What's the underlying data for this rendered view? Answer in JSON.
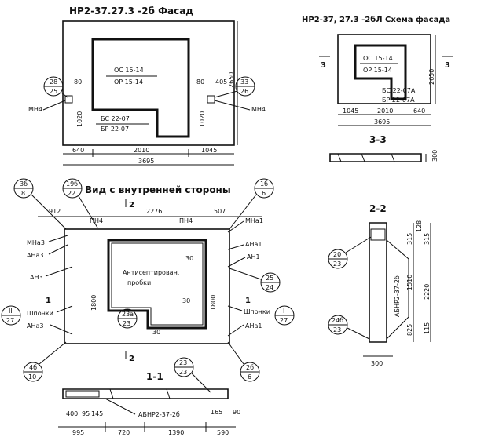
{
  "facade": {
    "title": "НР2-37.27.3 -2б  Фасад",
    "window_top": "ОС 15-14",
    "window_bottom": "ОР 15-14",
    "door_top": "БС 22-07",
    "door_bottom": "БР 22-07",
    "left_callout": {
      "top": "28",
      "bottom": "25"
    },
    "right_callout": {
      "top": "33",
      "bottom": "26"
    },
    "left_mark": "МН4",
    "right_mark": "МН4",
    "dims": {
      "d80a": "80",
      "d80b": "80",
      "d405": "405",
      "d2650": "2650",
      "d1020a": "1020",
      "d1020b": "1020",
      "d640": "640",
      "d2010": "2010",
      "d1045": "1045",
      "d3695": "3695"
    }
  },
  "scheme": {
    "title": "НР2-37, 27.3 -2бЛ Схема фасада",
    "window_top": "ОС 15-14",
    "window_bottom": "ОР 15-14",
    "door_top": "БС 22-07А",
    "door_bottom": "БР 22-07А",
    "sec_left": "3",
    "sec_right": "3",
    "dims": {
      "d2650": "2650",
      "d1045": "1045",
      "d2010": "2010",
      "d640": "640",
      "d3695": "3695"
    }
  },
  "section33": {
    "title": "3-3",
    "dim": "300"
  },
  "inside": {
    "title": "Вид с внутренней стороны",
    "callouts": {
      "c1": {
        "top": "3б",
        "bottom": "8"
      },
      "c2": {
        "top": "19б",
        "bottom": "22"
      },
      "c3": {
        "top": "1б",
        "bottom": "6"
      },
      "c4": {
        "top": "25",
        "bottom": "24"
      },
      "c5": {
        "top": "II",
        "bottom": "27"
      },
      "c6": {
        "top": "I",
        "bottom": "27"
      },
      "c7": {
        "top": "23а",
        "bottom": "23"
      },
      "c8": {
        "top": "4б",
        "bottom": "10"
      },
      "c9": {
        "top": "2б",
        "bottom": "6"
      }
    },
    "labels": {
      "mna3": "МНа3",
      "ana3a": "АНа3",
      "an3": "АН3",
      "shponki_l": "Шпонки",
      "ana3b": "АНа3",
      "mna1": "МНа1",
      "ana1a": "АНа1",
      "an1": "АН1",
      "shponki_r": "Шпонки",
      "ana1b": "АНа1",
      "pn4a": "ПН4",
      "pn4b": "ПН4",
      "antiseptic1": "Антисептирован.",
      "antiseptic2": "пробки",
      "sec2_top": "2",
      "sec2_bottom": "2",
      "sec1_left": "1",
      "sec1_right": "1"
    },
    "dims": {
      "d912": "912",
      "d2276": "2276",
      "d507": "507",
      "d1800a": "1800",
      "d1800b": "1800",
      "d30a": "30",
      "d30b": "30",
      "d30c": "30"
    }
  },
  "section22": {
    "title": "2-2",
    "mark": "АБНР2-37-2б",
    "callout_a": {
      "top": "20",
      "bottom": "23"
    },
    "callout_b": {
      "top": "24б",
      "bottom": "23"
    },
    "dims": {
      "d128": "128",
      "d315a": "315",
      "d315b": "315",
      "d1510": "1510",
      "d2220": "2220",
      "d825": "825",
      "d115": "115",
      "d300": "300"
    }
  },
  "section11": {
    "title": "1-1",
    "mark": "АБНР2-37-2б",
    "callout": {
      "top": "23",
      "bottom": "23"
    },
    "dims": {
      "d400": "400",
      "d95": "95",
      "d145": "145",
      "d995": "995",
      "d720": "720",
      "d1390": "1390",
      "d165": "165",
      "d90": "90",
      "d590": "590"
    }
  }
}
